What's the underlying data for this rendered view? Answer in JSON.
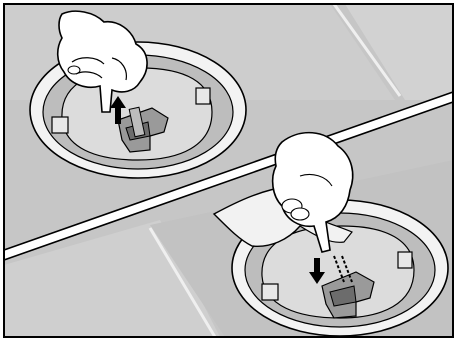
{
  "illustration": {
    "panels": [
      {
        "step": "remove-sensor-cover",
        "arrow_direction": "up"
      },
      {
        "step": "wipe-and-reinsert-cover",
        "arrow_direction": "down"
      }
    ]
  },
  "colors": {
    "floor": "#c9c9c9",
    "floor_dark": "#b5b5b5",
    "grout": "#ececec",
    "frame": "#000000",
    "rim": "#f4f4f4",
    "bowl": "#d8d8d8",
    "hand": "#ffffff",
    "cloth": "#f2f2f2"
  }
}
